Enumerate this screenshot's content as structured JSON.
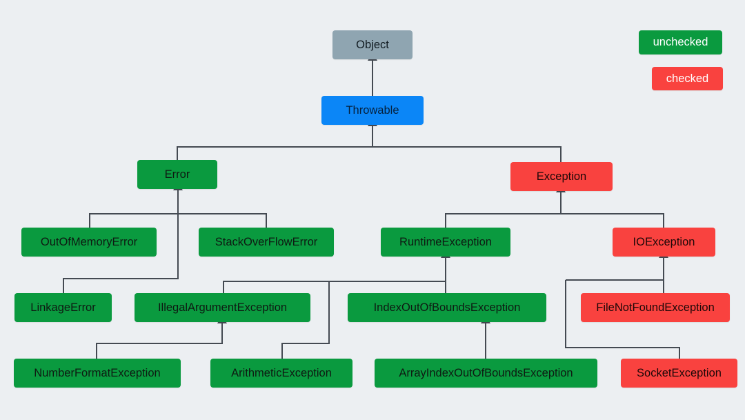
{
  "legend": {
    "unchecked": "unchecked",
    "checked": "checked"
  },
  "colors": {
    "unchecked": "#0a9a3f",
    "checked": "#f9423f",
    "root": "#8fa5b1",
    "throwable": "#0b86f7",
    "connector": "#444a52",
    "background": "#eceff2"
  },
  "nodes": {
    "object": "Object",
    "throwable": "Throwable",
    "error": "Error",
    "exception": "Exception",
    "out_of_memory_error": "OutOfMemoryError",
    "stack_overflow_error": "StackOverFlowError",
    "runtime_exception": "RuntimeException",
    "io_exception": "IOException",
    "linkage_error": "LinkageError",
    "illegal_argument_exception": "IllegalArgumentException",
    "index_out_of_bounds_exception": "IndexOutOfBoundsException",
    "file_not_found_exception": "FileNotFoundException",
    "number_format_exception": "NumberFormatException",
    "arithmetic_exception": "ArithmeticException",
    "array_index_out_of_bounds_exception": "ArrayIndexOutOfBoundsException",
    "socket_exception": "SocketException"
  }
}
